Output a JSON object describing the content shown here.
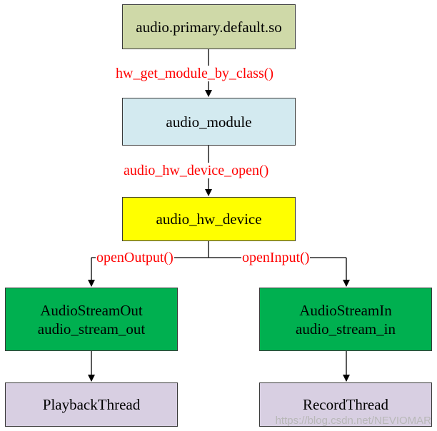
{
  "nodes": {
    "so": {
      "label": "audio.primary.default.so",
      "color": "#cfd9a8"
    },
    "module": {
      "label": "audio_module",
      "color": "#d3eaf0"
    },
    "device": {
      "label": "audio_hw_device",
      "color": "#ffff00"
    },
    "out": {
      "line1": "AudioStreamOut",
      "line2": "audio_stream_out",
      "color": "#00b050"
    },
    "in": {
      "line1": "AudioStreamIn",
      "line2": "audio_stream_in",
      "color": "#00b050"
    },
    "playback": {
      "label": "PlaybackThread",
      "color": "#d8cfe2"
    },
    "record": {
      "label": "RecordThread",
      "color": "#d8cfe2"
    }
  },
  "edges": {
    "get_module": "hw_get_module_by_class()",
    "device_open": "audio_hw_device_open()",
    "open_output": "openOutput()",
    "open_input": "openInput()"
  },
  "colors": {
    "edge_label": "#ff0000",
    "line": "#000000",
    "border": "#3a3a3a"
  },
  "watermark": "https://blog.csdn.net/NEVIOMAR"
}
